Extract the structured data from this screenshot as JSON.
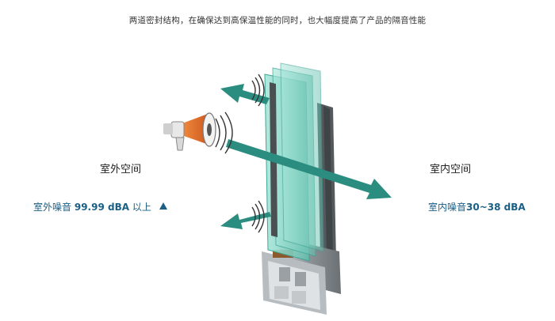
{
  "caption": "两道密封结构，在确保达到高保温性能的同时，也大幅度提高了产品的隔音性能",
  "outdoor": {
    "title": "室外空间",
    "noise_label": "室外噪音",
    "noise_value": "99.99 dBA",
    "noise_suffix": "以上",
    "indicator_icon": "triangle-up-icon"
  },
  "indoor": {
    "title": "室内空间",
    "noise_label": "室内噪音",
    "noise_value": "30~38 dBA"
  },
  "colors": {
    "arrow": "#2a8d80",
    "glass": "#7fd3c3",
    "frame": "#5f6468",
    "noise_text": "#1a5f86",
    "megaphone": "#e06a2a"
  },
  "icons": [
    "megaphone-icon",
    "sound-wave-icon"
  ]
}
